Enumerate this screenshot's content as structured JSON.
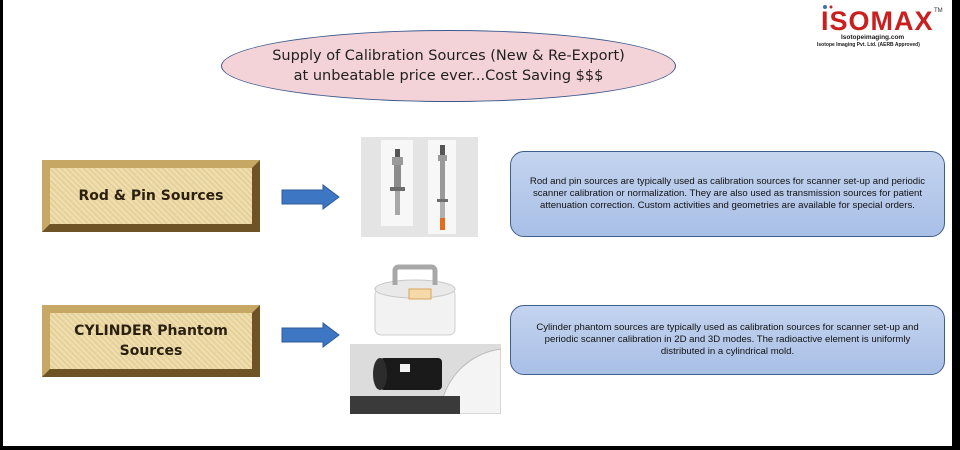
{
  "banner": {
    "line1": "Supply of Calibration Sources (New & Re-Export)",
    "line2": "at unbeatable price ever...Cost Saving $$$"
  },
  "logo": {
    "name": "ISOMAX",
    "tm": "TM",
    "site": "Isotopeimaging.com",
    "company": "Isotope Imaging Pvt. Ltd. (AERB Approved)"
  },
  "products": [
    {
      "label_lines": [
        "Rod & Pin Sources"
      ],
      "description": "Rod and pin sources are typically used as calibration sources for scanner set-up and periodic scanner calibration or normalization. They are also used as transmission sources for patient attenuation correction. Custom activities and geometries are available for special orders."
    },
    {
      "label_lines": [
        "CYLINDER Phantom",
        "Sources"
      ],
      "description": "Cylinder phantom sources are typically used as calibration sources for scanner set-up and periodic scanner calibration in 2D and 3D modes. The radioactive element is uniformly distributed in a cylindrical mold."
    }
  ],
  "colors": {
    "accent": "#c9201f",
    "banner": "#f4d3d8",
    "arrow": "#3d76c2",
    "desc": "#b7c9ea"
  }
}
